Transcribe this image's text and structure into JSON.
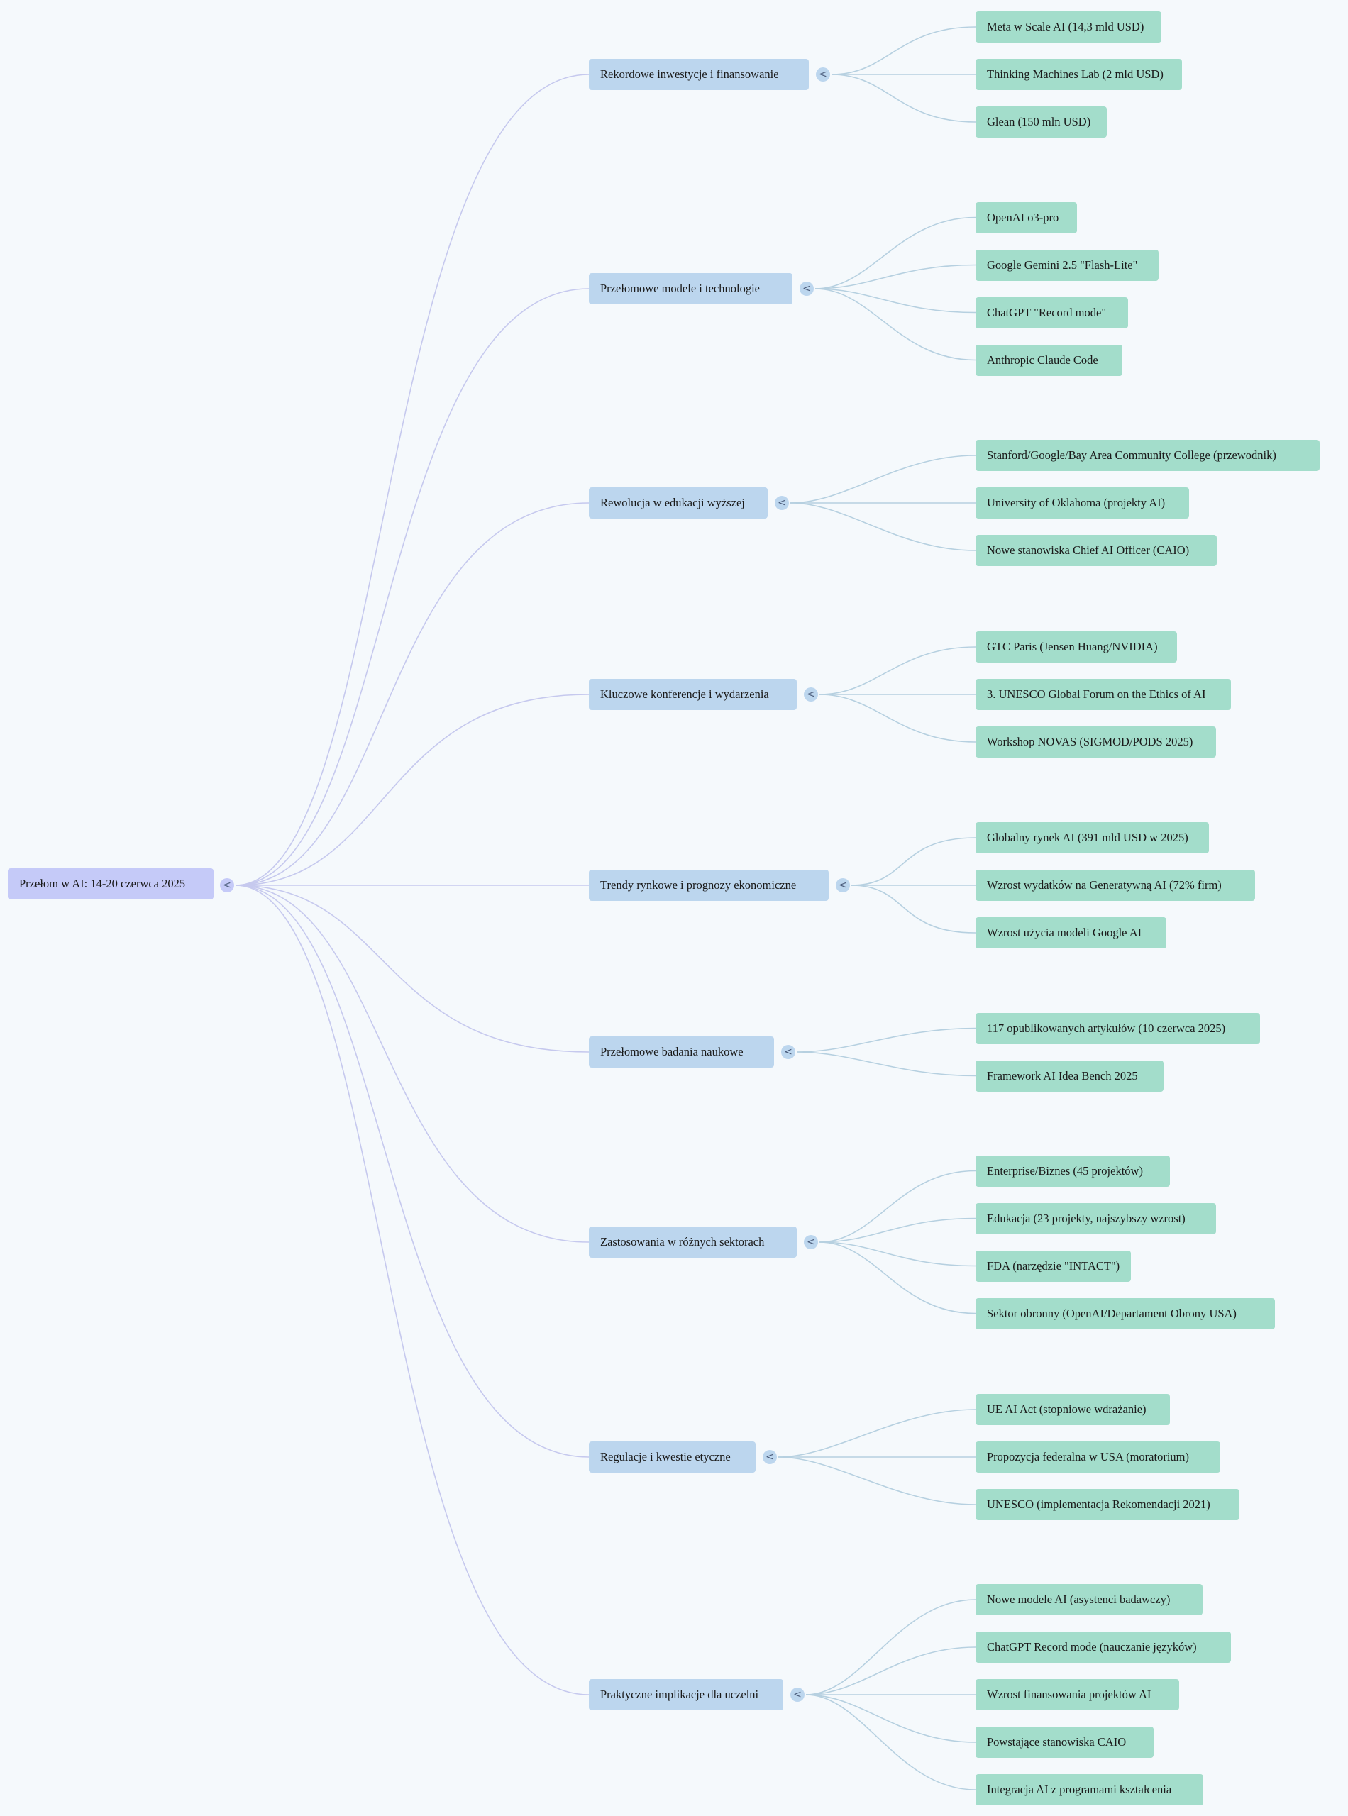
{
  "root": {
    "label": "Przełom w AI: 14-20 czerwca 2025",
    "toggle": "<"
  },
  "branches": [
    {
      "label": "Rekordowe inwestycje i finansowanie",
      "toggle": "<",
      "children": [
        "Meta w Scale AI (14,3 mld USD)",
        "Thinking Machines Lab (2 mld USD)",
        "Glean (150 mln USD)"
      ]
    },
    {
      "label": "Przełomowe modele i technologie",
      "toggle": "<",
      "children": [
        "OpenAI o3-pro",
        "Google Gemini 2.5 \"Flash-Lite\"",
        "ChatGPT \"Record mode\"",
        "Anthropic Claude Code"
      ]
    },
    {
      "label": "Rewolucja w edukacji wyższej",
      "toggle": "<",
      "children": [
        "Stanford/Google/Bay Area Community College (przewodnik)",
        "University of Oklahoma (projekty AI)",
        "Nowe stanowiska Chief AI Officer (CAIO)"
      ]
    },
    {
      "label": "Kluczowe konferencje i wydarzenia",
      "toggle": "<",
      "children": [
        "GTC Paris (Jensen Huang/NVIDIA)",
        "3. UNESCO Global Forum on the Ethics of AI",
        "Workshop NOVAS (SIGMOD/PODS 2025)"
      ]
    },
    {
      "label": "Trendy rynkowe i prognozy ekonomiczne",
      "toggle": "<",
      "children": [
        "Globalny rynek AI (391 mld USD w 2025)",
        "Wzrost wydatków na Generatywną AI (72% firm)",
        "Wzrost użycia modeli Google AI"
      ]
    },
    {
      "label": "Przełomowe badania naukowe",
      "toggle": "<",
      "children": [
        "117 opublikowanych artykułów (10 czerwca 2025)",
        "Framework AI Idea Bench 2025"
      ]
    },
    {
      "label": "Zastosowania w różnych sektorach",
      "toggle": "<",
      "children": [
        "Enterprise/Biznes (45 projektów)",
        "Edukacja (23 projekty, najszybszy wzrost)",
        "FDA (narzędzie \"INTACT\")",
        "Sektor obronny (OpenAI/Departament Obrony USA)"
      ]
    },
    {
      "label": "Regulacje i kwestie etyczne",
      "toggle": "<",
      "children": [
        "UE AI Act (stopniowe wdrażanie)",
        "Propozycja federalna w USA (moratorium)",
        "UNESCO (implementacja Rekomendacji 2021)"
      ]
    },
    {
      "label": "Praktyczne implikacje dla uczelni",
      "toggle": "<",
      "children": [
        "Nowe modele AI (asystenci badawczy)",
        "ChatGPT Record mode (nauczanie języków)",
        "Wzrost finansowania projektów AI",
        "Powstające stanowiska CAIO",
        "Integracja AI z programami kształcenia"
      ]
    }
  ],
  "colors": {
    "background": "#f5f9fc",
    "root_node": "#c5caf8",
    "branch_node": "#bcd6ee",
    "leaf_node": "#a3ddcb",
    "root_link": "#c6c9ee",
    "leaf_link": "#b6d0e0"
  }
}
